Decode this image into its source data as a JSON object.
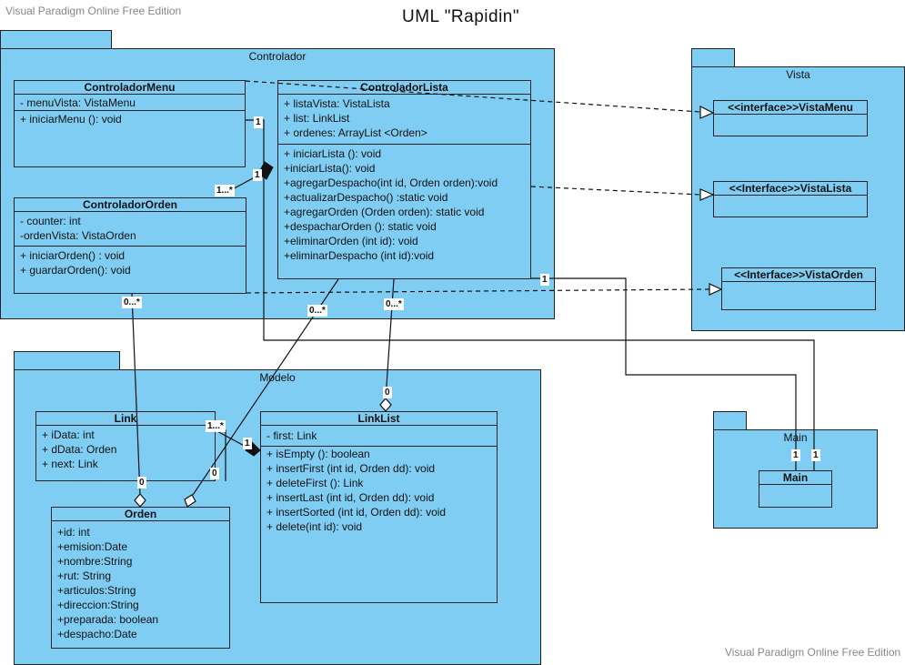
{
  "watermark_top": "Visual Paradigm Online Free Edition",
  "watermark_bottom": "Visual Paradigm Online Free Edition",
  "title": "UML \"Rapidin\"",
  "packages": {
    "controlador": "Controlador",
    "vista": "Vista",
    "modelo": "Modelo",
    "main": "Main"
  },
  "classes": {
    "controlador_menu": {
      "name": "ControladorMenu",
      "attributes": [
        "- menuVista: VistaMenu"
      ],
      "operations": [
        "+ iniciarMenu (): void"
      ]
    },
    "controlador_lista": {
      "name": "ControladorLista",
      "attributes": [
        "+ listaVista: VistaLista",
        "+ list: LinkList",
        "+ ordenes: ArrayList  <Orden>"
      ],
      "operations": [
        "+ iniciarLista (): void",
        "+iniciarLista(): void",
        "+agregarDespacho(int id, Orden orden):void",
        "+actualizarDespacho() :static void",
        "+agregarOrden (Orden orden): static void",
        "+despacharOrden (): static void",
        "+eliminarOrden (int id): void",
        "+eliminarDespacho (int id):void"
      ]
    },
    "controlador_orden": {
      "name": "ControladorOrden",
      "attributes": [
        "- counter: int",
        "-ordenVista: VistaOrden"
      ],
      "operations": [
        "+ iniciarOrden() : void",
        "+ guardarOrden(): void"
      ]
    },
    "vista_menu": {
      "name": "<<interface>>VistaMenu"
    },
    "vista_lista": {
      "name": "<<Interface>>VistaLista"
    },
    "vista_orden": {
      "name": "<<Interface>>VistaOrden"
    },
    "link": {
      "name": "Link",
      "attributes": [
        "+ iData: int",
        "+ dData: Orden",
        "+ next: Link"
      ]
    },
    "link_list": {
      "name": "LinkList",
      "attributes": [
        "- first: Link"
      ],
      "operations": [
        "+ isEmpty (): boolean",
        "+ insertFirst (int id, Orden dd): void",
        "+ deleteFirst (): Link",
        "+ insertLast (int id, Orden dd): void",
        "+ insertSorted (int id, Orden dd): void",
        "+ delete(int id): void"
      ]
    },
    "orden": {
      "name": "Orden",
      "attributes": [
        "+id: int",
        "+emision:Date",
        "+nombre:String",
        "+rut: String",
        "+articulos:String",
        "+direccion:String",
        "+preparada: boolean",
        "+despacho:Date"
      ]
    },
    "main": {
      "name": "Main"
    }
  },
  "multiplicities": {
    "menu_one": "1",
    "lista_one": "1",
    "comp_one": "1",
    "comp_many": "1...*",
    "corden_many": "0...*",
    "clista_many_a": "0...*",
    "clista_many_b": "0...*",
    "linklist_zero": "0",
    "link_many": "1...*",
    "link_one": "1",
    "link_zero": "0",
    "orden_zero": "0",
    "main_one_a": "1",
    "main_one_b": "1"
  }
}
